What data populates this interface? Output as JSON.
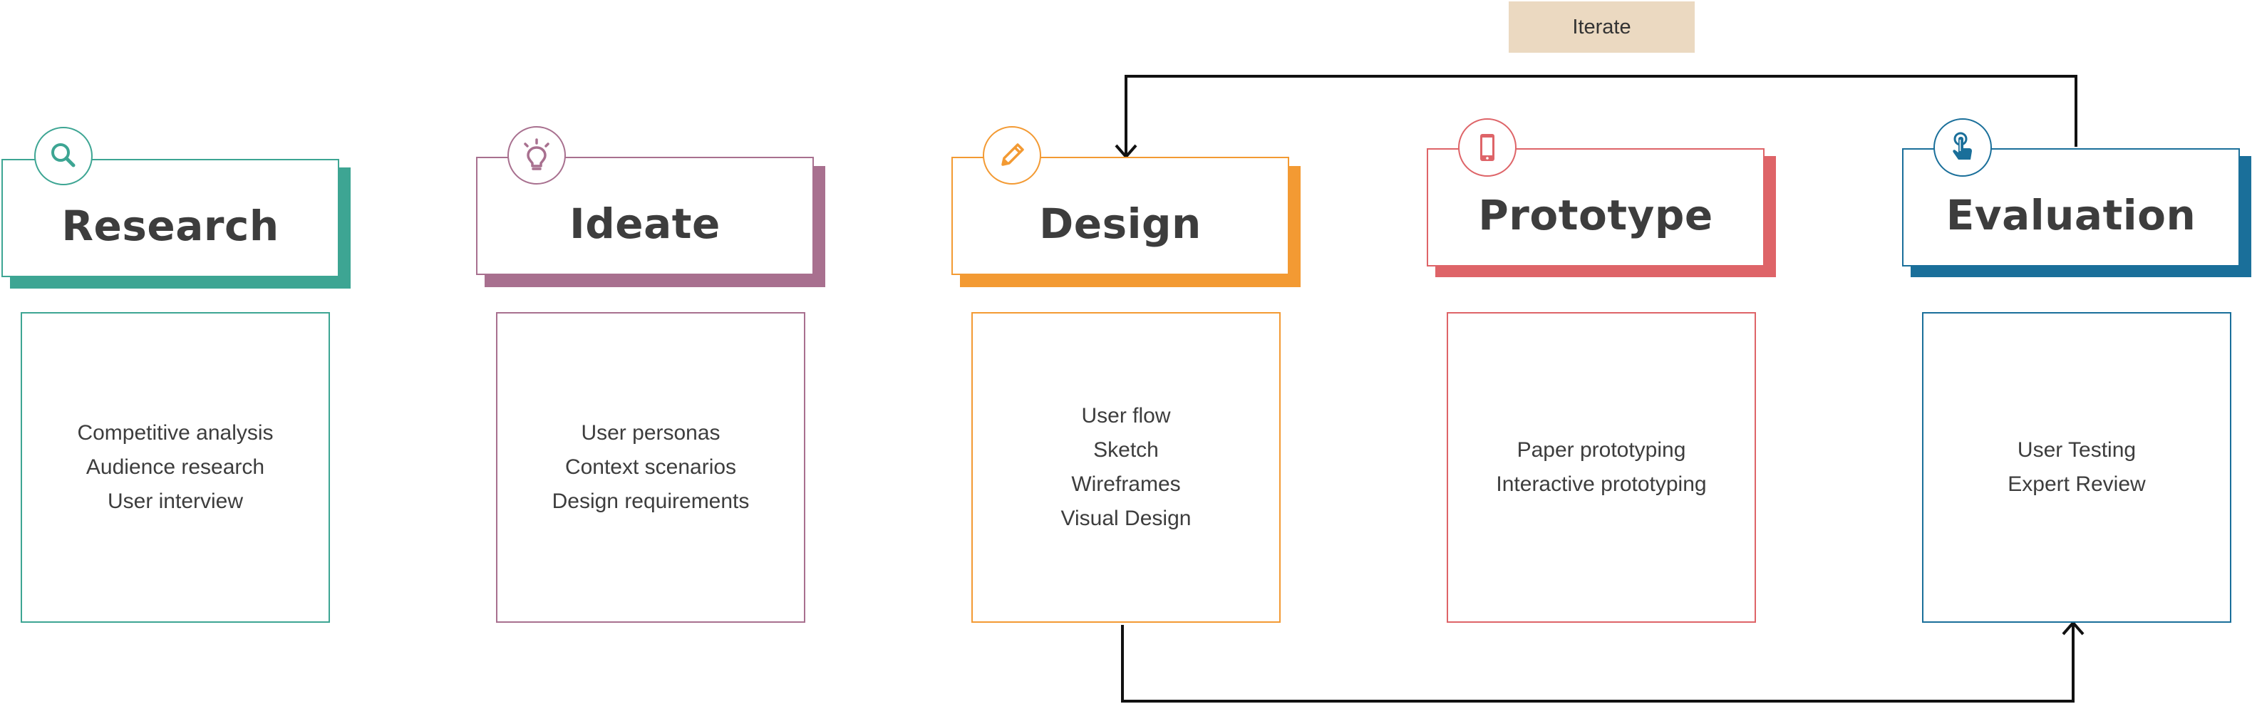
{
  "iterate": {
    "label": "Iterate"
  },
  "colors": {
    "research": "#3da593",
    "ideate": "#a8708f",
    "design": "#f39a33",
    "prototype": "#de6468",
    "evaluation": "#1a6f9a",
    "iterate_tag": "#ebd9c1",
    "connector": "#111111"
  },
  "phases": [
    {
      "id": "research",
      "title": "Research",
      "icon": "search-icon",
      "items": [
        "Competitive analysis",
        "Audience research",
        "User interview"
      ]
    },
    {
      "id": "ideate",
      "title": "Ideate",
      "icon": "lightbulb-icon",
      "items": [
        "User personas",
        "Context scenarios",
        "Design requirements"
      ]
    },
    {
      "id": "design",
      "title": "Design",
      "icon": "pencil-icon",
      "items": [
        "User flow",
        "Sketch",
        "Wireframes",
        "Visual Design"
      ]
    },
    {
      "id": "prototype",
      "title": "Prototype",
      "icon": "smartphone-icon",
      "items": [
        "Paper prototyping",
        "Interactive prototyping"
      ]
    },
    {
      "id": "evaluation",
      "title": "Evaluation",
      "icon": "tap-hand-icon",
      "items": [
        "User Testing",
        "Expert Review"
      ]
    }
  ]
}
